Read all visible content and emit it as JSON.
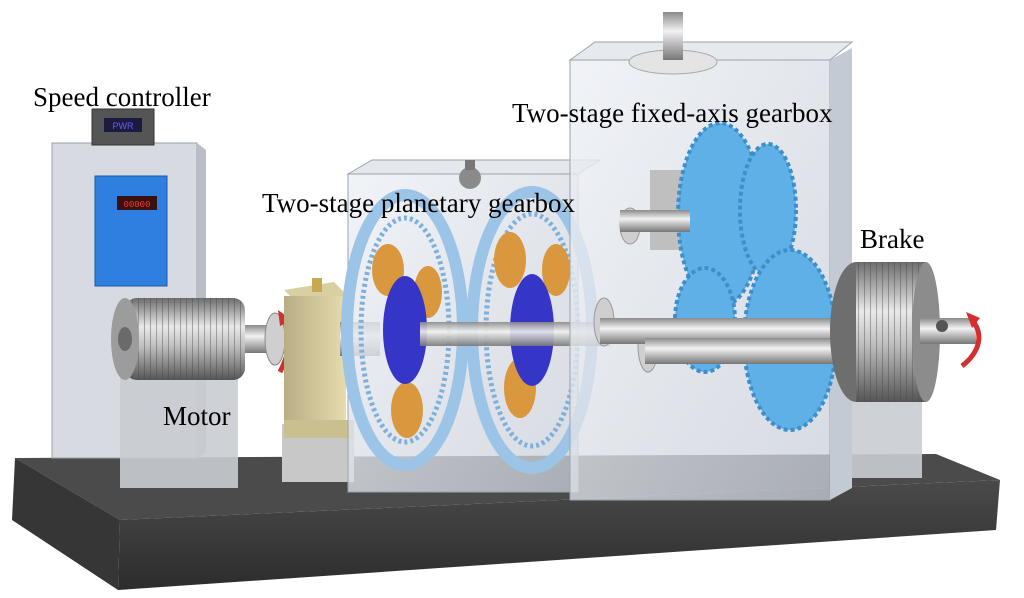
{
  "labels": {
    "speed_controller": "Speed controller",
    "fixed_axis_gearbox": "Two-stage fixed-axis gearbox",
    "planetary_gearbox": "Two-stage planetary gearbox",
    "brake": "Brake",
    "motor": "Motor"
  },
  "display": {
    "top_readout": "PWR",
    "panel_readout": "00000"
  },
  "colors": {
    "base": "#3a3a3a",
    "housing": "#d9dde3",
    "controller_panel": "#2f7fe0",
    "gear_blue": "#5fb0e6",
    "sun_gear": "#3535c8",
    "planet_gear": "#d9973e",
    "ring_gear": "#9cc4e6",
    "rotation_arrow": "#d42f2f"
  },
  "icons": [
    "rotation-arrow-icon"
  ]
}
